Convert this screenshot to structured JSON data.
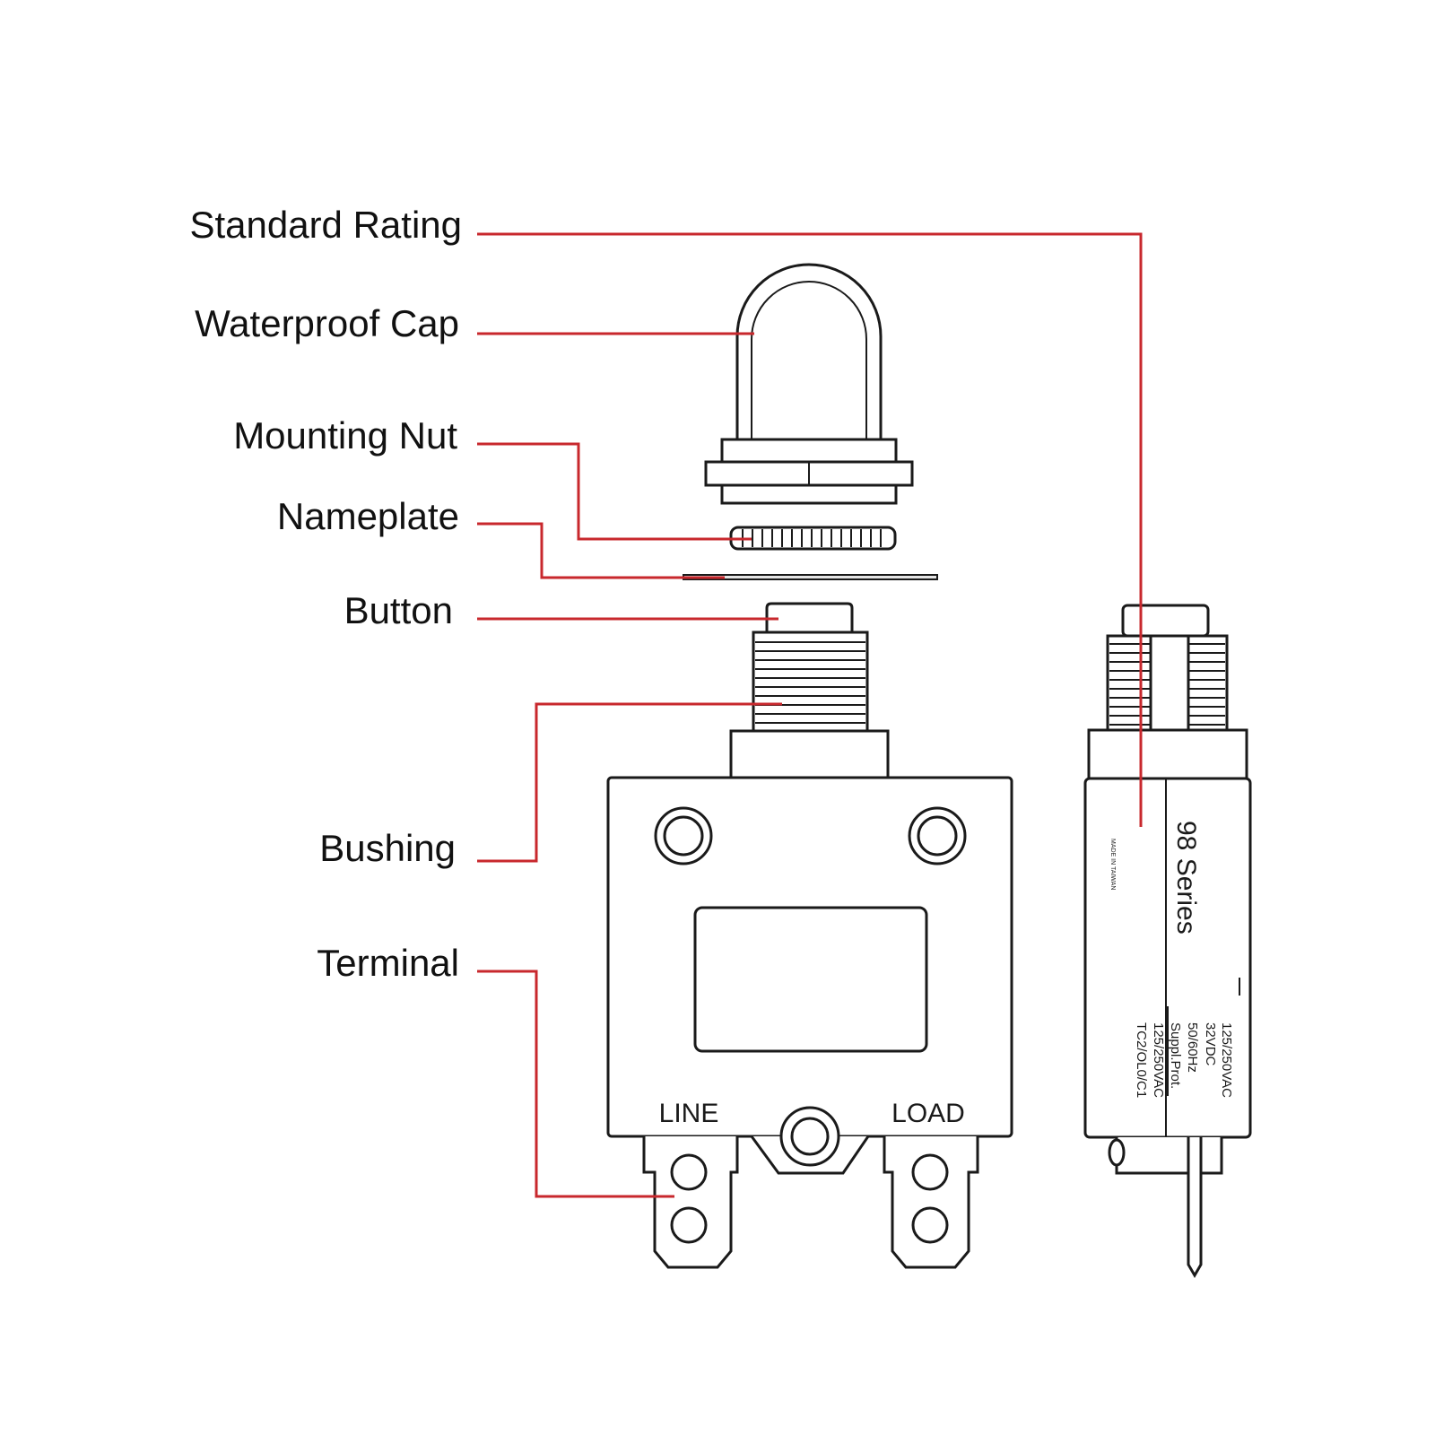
{
  "labels": {
    "standard_rating": "Standard Rating",
    "waterproof_cap": "Waterproof Cap",
    "mounting_nut": "Mounting Nut",
    "nameplate": "Nameplate",
    "button": "Button",
    "bushing": "Bushing",
    "terminal": "Terminal"
  },
  "front_view": {
    "line_label": "LINE",
    "load_label": "LOAD"
  },
  "side_view": {
    "series": "98 Series",
    "made_in": "MADE IN TAIWAN",
    "rating_lines": [
      "125/250VAC",
      "32VDC",
      "50/60Hz",
      "Suppl.Prot.",
      "125/250VAC",
      "TC2/OL0/C1"
    ]
  },
  "colors": {
    "leader": "#c8282d",
    "outline": "#1a1a1a"
  }
}
